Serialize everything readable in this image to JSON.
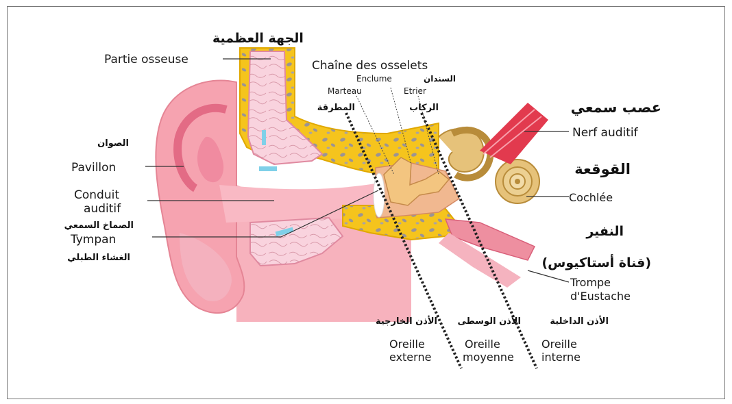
{
  "labels": {
    "partie_osseuse_ar": "الجهة العظمية",
    "partie_osseuse": "Partie osseuse",
    "chaine": "Chaîne des osselets",
    "enclume": "Enclume",
    "enclume_ar": "السندان",
    "marteau": "Marteau",
    "etrier": "Etrier",
    "marteau_ar": "المطرقة",
    "etrier_ar": "الركاب",
    "nerf_ar": "عصب سمعي",
    "nerf": "Nerf auditif",
    "pavillon_ar": "الصوان",
    "pavillon": "Pavillon",
    "cochlee_ar": "القوقعة",
    "cochlee": "Cochlée",
    "conduit_1": "Conduit",
    "conduit_2": "auditif",
    "conduit_ar": "الصماخ السمعي",
    "tympan": "Tympan",
    "tympan_ar": "الغشاء الطبلي",
    "trompe_ar_1": "النفير",
    "trompe_ar_2": "(قناة أستاكيوس)",
    "trompe_1": "Trompe",
    "trompe_2": "d'Eustache",
    "externe_ar": "الأذن الخارجية",
    "moyenne_ar": "الأذن الوسطى",
    "interne_ar": "الأذن الداخلية",
    "externe_1": "Oreille",
    "externe_2": "externe",
    "moyenne_1": "Oreille",
    "moyenne_2": "moyenne",
    "interne_1": "Oreille",
    "interne_2": "interne"
  },
  "colors": {
    "skin": "#f6a3b0",
    "skin_dark": "#e56d86",
    "bone": "#f5c41d",
    "bone_spots": "#8e8a8a",
    "bone_pink": "#f7c6d3",
    "cochlea": "#e1c07a",
    "nerve": "#e23a4e",
    "frame": "#777777"
  }
}
